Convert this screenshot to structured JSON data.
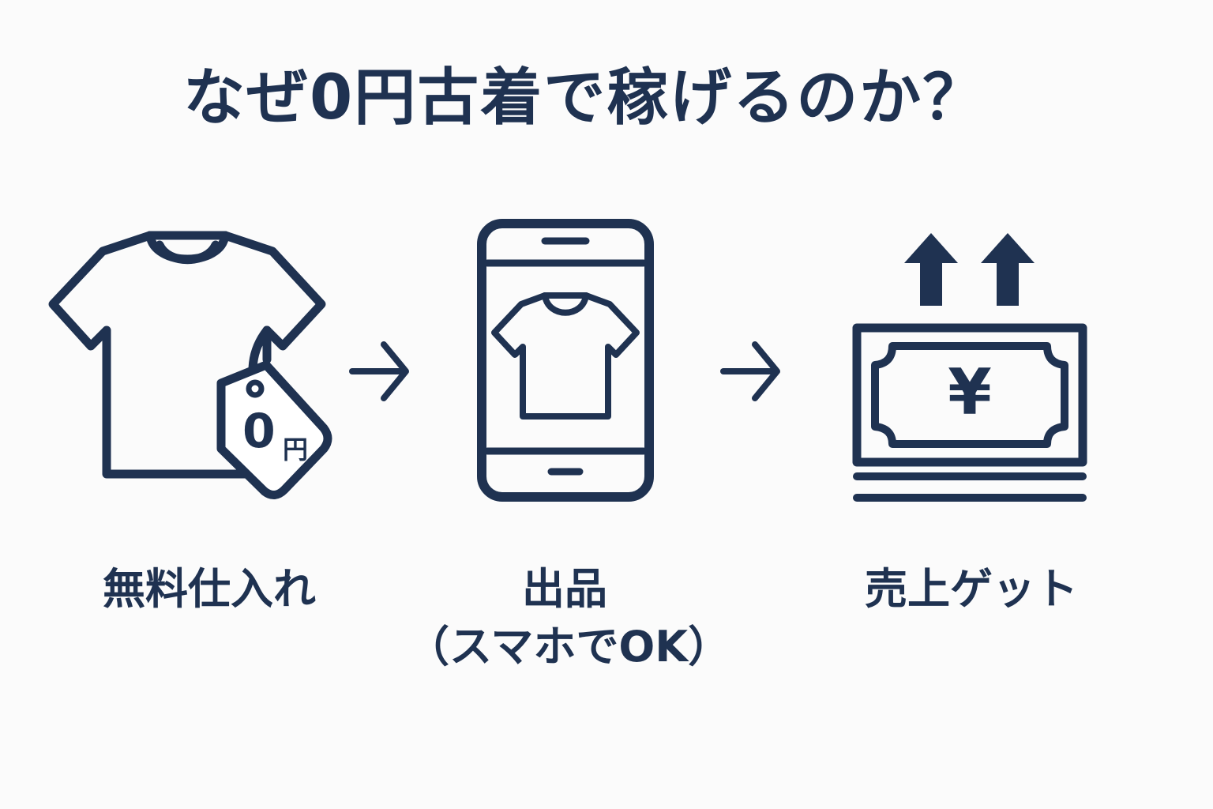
{
  "title": "なぜ0円古着で稼げるのか？",
  "colors": {
    "primary": "#1f3251",
    "background": "#fbfbfb"
  },
  "steps": [
    {
      "icon": "tshirt-price-tag-icon",
      "tag_amount": "0",
      "tag_unit": "円",
      "label": "無料仕入れ"
    },
    {
      "icon": "smartphone-listing-icon",
      "label": "出品",
      "sublabel": "（スマホでOK）"
    },
    {
      "icon": "yen-banknote-stack-icon",
      "currency_symbol": "¥",
      "label": "売上ゲット"
    }
  ],
  "connectors": [
    "arrow-right-icon",
    "arrow-right-icon"
  ],
  "growth_icons": [
    "arrow-up-icon",
    "arrow-up-icon"
  ]
}
